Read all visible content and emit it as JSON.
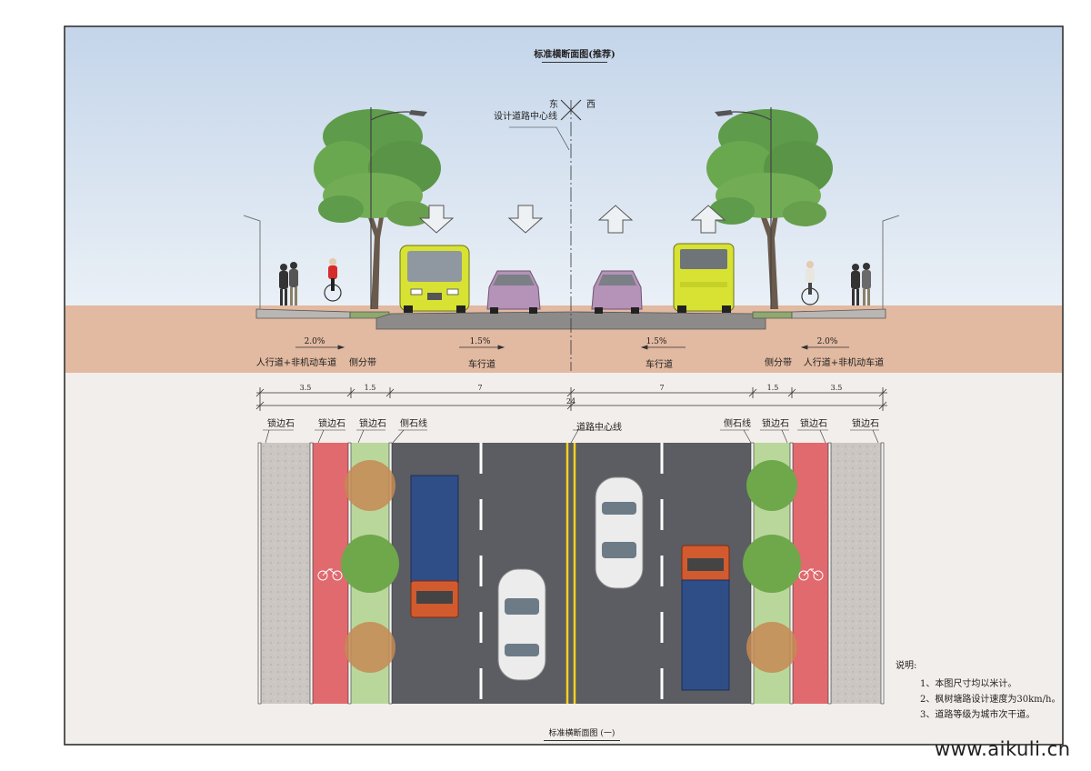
{
  "drawing": {
    "title": "标准横断面图(推荐)",
    "caption": "标准横断面图 (一)",
    "watermark": "www.aikuli.cn",
    "direction_east": "东",
    "direction_west": "西",
    "design_centerline_label": "设计道路中心线",
    "colors": {
      "sky": "#d6e4f3",
      "ground": "#e2b9a1",
      "paper": "#f2eeeb",
      "asphalt": "#5b5d62",
      "bike_lane": "#e06a6e",
      "sidewalk": "#c9c4bf",
      "greenbelt": "#b9d79b",
      "bus": "#d7e233",
      "car": "#b592b8"
    }
  },
  "section": {
    "slopes": [
      "2.0%",
      "1.5%",
      "1.5%",
      "2.0%"
    ],
    "zone_labels": [
      "人行道+非机动车道",
      "侧分带",
      "车行道",
      "车行道",
      "侧分带",
      "人行道+非机动车道"
    ],
    "dimensions": {
      "segments": [
        "3.5",
        "1.5",
        "7",
        "7",
        "1.5",
        "3.5"
      ],
      "total": "24"
    }
  },
  "plan": {
    "labels": {
      "curb_1": "锁边石",
      "curb_2": "锁边石",
      "curb_3": "锁边石",
      "curb_line_left": "侧石线",
      "center_line": "道路中心线",
      "curb_line_right": "侧石线",
      "curb_4": "锁边石",
      "curb_5": "锁边石",
      "curb_6": "锁边石"
    }
  },
  "notes": {
    "heading": "说明:",
    "items": [
      "1、本图尺寸均以米计。",
      "2、枫树塘路设计速度为30km/h。",
      "3、道路等级为城市次干道。"
    ]
  }
}
